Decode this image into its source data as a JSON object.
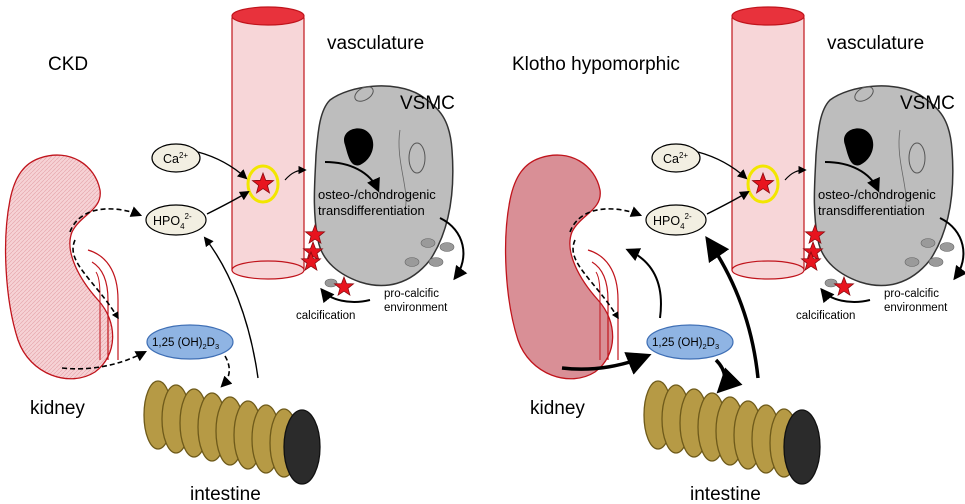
{
  "panels": [
    {
      "id": "ckd",
      "title": "CKD",
      "vasculature": "vasculature",
      "vsmc": "VSMC",
      "ca": "Ca",
      "ca_sup": "2+",
      "phos": "HPO",
      "phos_sub": "4",
      "phos_sup": "2-",
      "vitd_a": "1,25 (OH)",
      "vitd_sub1": "2",
      "vitd_b": "D",
      "vitd_sub2": "3",
      "osteo1": "osteo-/chondrogenic",
      "osteo2": "transdifferentiation",
      "procalc1": "pro-calcific",
      "procalc2": "environment",
      "calcification": "calcification",
      "kidney": "kidney",
      "intestine": "intestine",
      "kidney_color": "#f3c9cc"
    },
    {
      "id": "klotho",
      "title": "Klotho hypomorphic",
      "vasculature": "vasculature",
      "vsmc": "VSMC",
      "ca": "Ca",
      "ca_sup": "2+",
      "phos": "HPO",
      "phos_sub": "4",
      "phos_sup": "2-",
      "vitd_a": "1,25 (OH)",
      "vitd_sub1": "2",
      "vitd_b": "D",
      "vitd_sub2": "3",
      "osteo1": "osteo-/chondrogenic",
      "osteo2": "transdifferentiation",
      "procalc1": "pro-calcific",
      "procalc2": "environment",
      "calcification": "calcification",
      "kidney": "kidney",
      "intestine": "intestine",
      "kidney_color": "#d98f96"
    }
  ],
  "colors": {
    "vessel_fill": "#f7d6d8",
    "vessel_stroke": "#c0141c",
    "vessel_top": "#e8323c",
    "vsmc_fill": "#bdbdbd",
    "star": "#e8141e",
    "halo": "#f2e600",
    "ca_fill": "#f2efe2",
    "vitd_fill": "#8fb4e3",
    "vitd_stroke": "#3f6fb5",
    "intestine_fill": "#b69a45",
    "intestine_stroke": "#6e5a1a"
  }
}
